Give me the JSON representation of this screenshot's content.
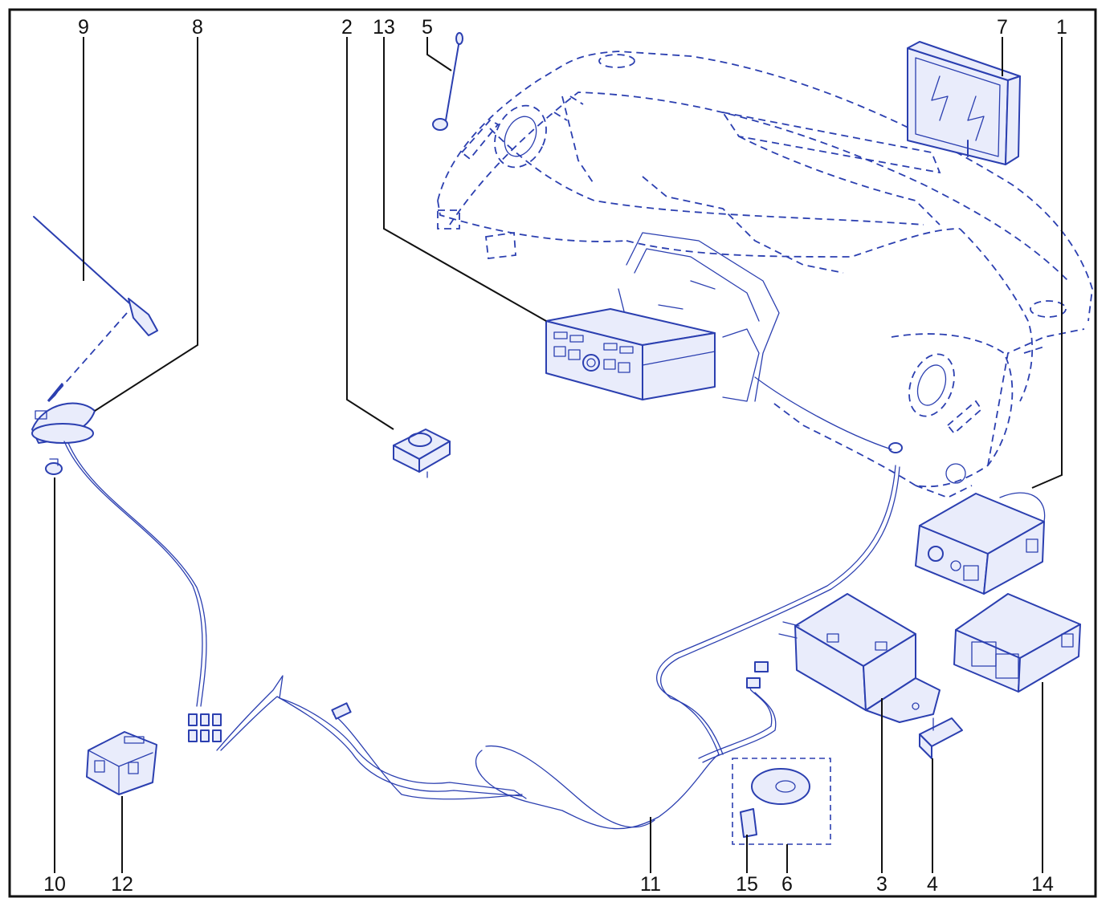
{
  "diagram": {
    "ink_color": "#2b3fb0",
    "callout_color": "#111111",
    "callouts": [
      {
        "id": "9",
        "label": "9"
      },
      {
        "id": "8",
        "label": "8"
      },
      {
        "id": "2",
        "label": "2"
      },
      {
        "id": "13",
        "label": "13"
      },
      {
        "id": "5",
        "label": "5"
      },
      {
        "id": "7",
        "label": "7"
      },
      {
        "id": "1",
        "label": "1"
      },
      {
        "id": "10",
        "label": "10"
      },
      {
        "id": "12",
        "label": "12"
      },
      {
        "id": "11",
        "label": "11"
      },
      {
        "id": "15",
        "label": "15"
      },
      {
        "id": "6",
        "label": "6"
      },
      {
        "id": "3",
        "label": "3"
      },
      {
        "id": "4",
        "label": "4"
      },
      {
        "id": "14",
        "label": "14"
      }
    ]
  }
}
